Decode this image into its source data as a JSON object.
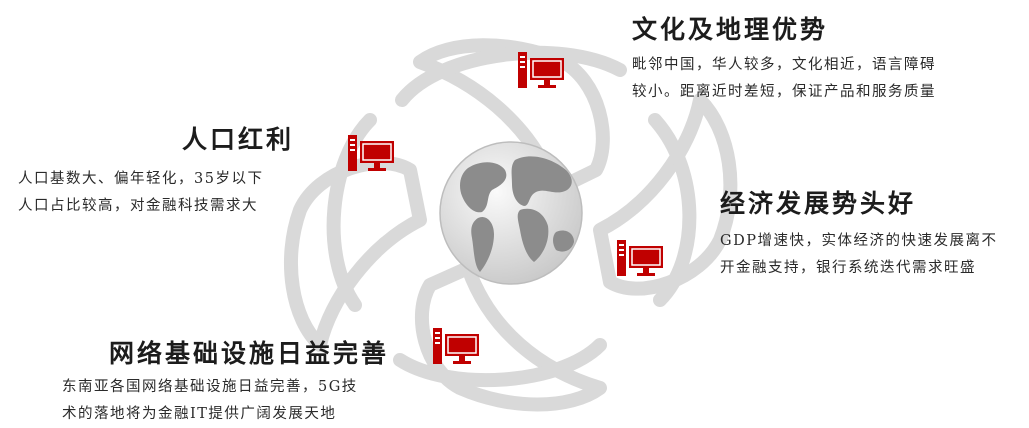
{
  "blocks": [
    {
      "id": "culture",
      "title": "文化及地理优势",
      "lines": [
        "毗邻中国，华人较多，文化相近，语言障碍",
        "较小。距离近时差短，保证产品和服务质量"
      ]
    },
    {
      "id": "population",
      "title": "人口红利",
      "lines": [
        "人口基数大、偏年轻化，35岁以下",
        "人口占比较高，对金融科技需求大"
      ]
    },
    {
      "id": "economy",
      "title": "经济发展势头好",
      "lines": [
        "GDP增速快，实体经济的快速发展离不",
        "开金融支持，银行系统迭代需求旺盛"
      ]
    },
    {
      "id": "infrastructure",
      "title": "网络基础设施日益完善",
      "lines": [
        "东南亚各国网络基础设施日益完善，5G技",
        "术的落地将为金融IT提供广阔发展天地"
      ]
    }
  ],
  "colors": {
    "accent": "#c00000",
    "petal": "#d9d9d9",
    "globe_land": "#8c8c8c",
    "globe_sea": "#e6e6e6"
  },
  "icons": [
    "computer-icon",
    "globe-icon"
  ]
}
